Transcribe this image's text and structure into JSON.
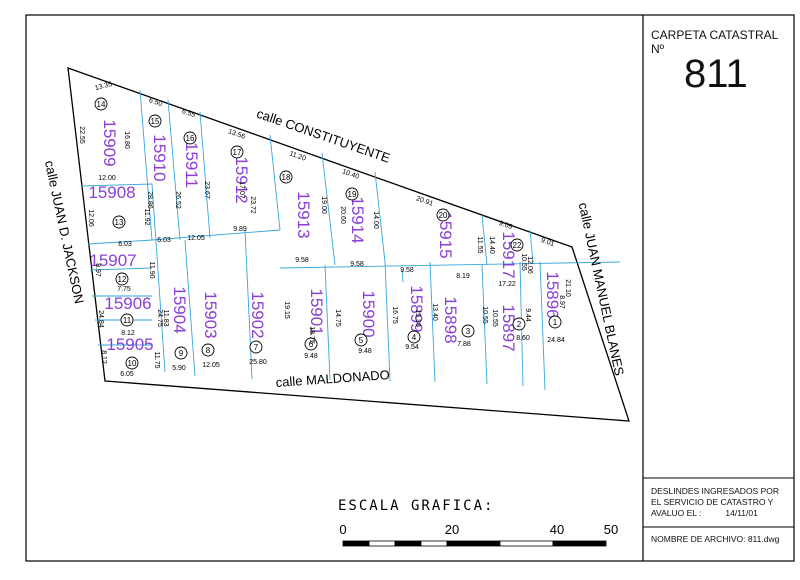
{
  "panel": {
    "title": "CARPETA CATASTRAL Nº",
    "carpeta_number": "811",
    "deslindes_line1": "DESLINDES INGRESADOS POR",
    "deslindes_line2": "EL SERVICIO DE CATASTRO Y",
    "deslindes_line3_label": "AVALUO EL :",
    "deslindes_date": "14/11/01",
    "file_label": "NOMBRE DE ARCHIVO: 811.dwg"
  },
  "streets": {
    "north": "calle CONSTITUYENTE",
    "west": "calle JUAN D. JACKSON",
    "east": "calle JUAN MANUEL BLANES",
    "south": "calle MALDONADO"
  },
  "scale": {
    "title": "ESCALA GRAFICA:",
    "ticks": [
      "0",
      "20",
      "40",
      "50"
    ]
  },
  "parcels": [
    "15909",
    "15910",
    "15911",
    "15912",
    "15913",
    "15914",
    "15915",
    "15917",
    "15896",
    "15908",
    "15907",
    "15906",
    "15905",
    "15904",
    "15903",
    "15902",
    "15901",
    "15900",
    "15899",
    "15898",
    "15897"
  ],
  "lot_numbers": [
    "14",
    "15",
    "16",
    "17",
    "18",
    "19",
    "20",
    "22",
    "13",
    "12",
    "11",
    "10",
    "9",
    "8",
    "7",
    "6",
    "5",
    "4",
    "3",
    "2",
    "1"
  ],
  "dimensions": [
    "13.35",
    "6.50",
    "6.55",
    "13.56",
    "11.20",
    "10.40",
    "20.91",
    "9.05",
    "9.01",
    "22.55",
    "16.80",
    "12.00",
    "28.86",
    "26.52",
    "23.67",
    "17.07",
    "23.72",
    "19.00",
    "20.60",
    "14.00",
    "11.55",
    "14.40",
    "10.55",
    "12.06",
    "12.06",
    "11.92",
    "6.03",
    "6.03",
    "12.05",
    "9.89",
    "9.58",
    "9.58",
    "9.58",
    "8.19",
    "17.22",
    "21.10",
    "8.97",
    "8.97",
    "11.90",
    "7.75",
    "24.84",
    "24.75",
    "11.83",
    "8.12",
    "8.12",
    "11.75",
    "6.05",
    "5.90",
    "12.05",
    "25.80",
    "19.15",
    "18.75",
    "14.75",
    "16.75",
    "15.30",
    "13.40",
    "10.55",
    "10.55",
    "9.44",
    "9.48",
    "9.48",
    "9.54",
    "7.88",
    "8.60",
    "24.84"
  ],
  "colors": {
    "parcel_text": "#8a3fd6",
    "division_lines": "#35a6de",
    "lines": "#000000"
  }
}
